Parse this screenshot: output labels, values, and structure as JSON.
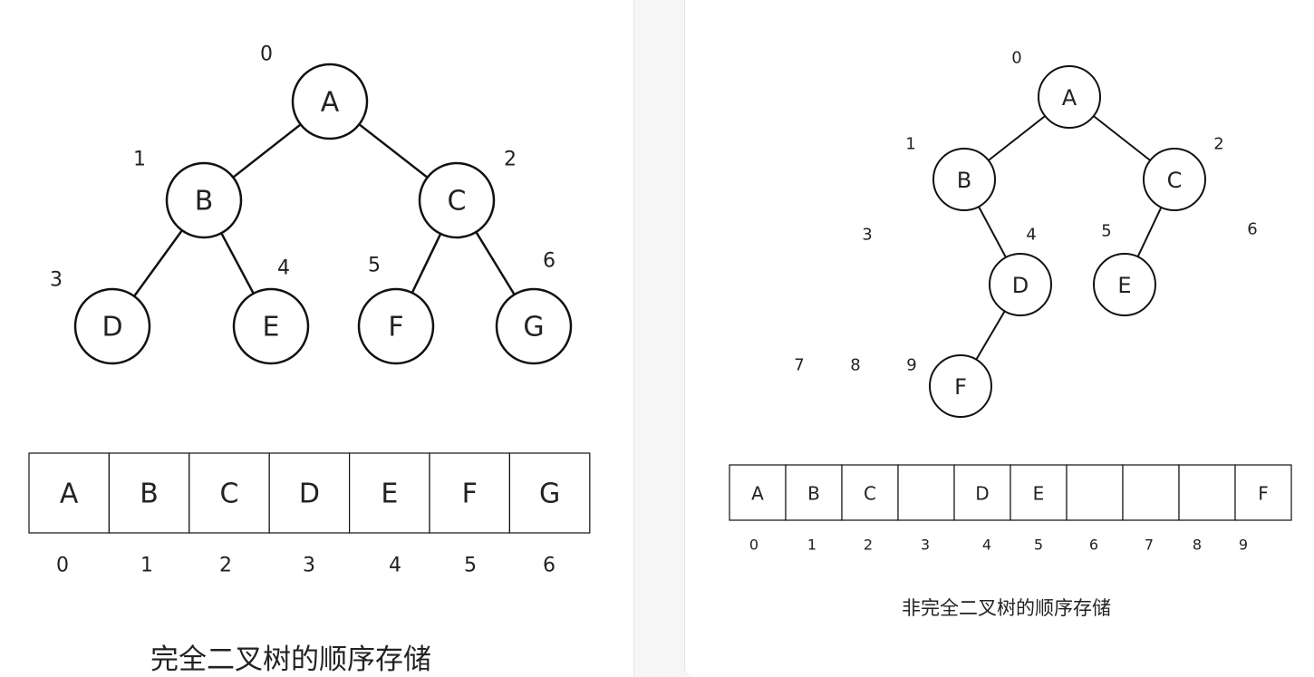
{
  "left": {
    "nodes": [
      {
        "label": "A",
        "index": "0"
      },
      {
        "label": "B",
        "index": "1"
      },
      {
        "label": "C",
        "index": "2"
      },
      {
        "label": "D",
        "index": "3"
      },
      {
        "label": "E",
        "index": "4"
      },
      {
        "label": "F",
        "index": "5"
      },
      {
        "label": "G",
        "index": "6"
      }
    ],
    "array_cells": [
      "A",
      "B",
      "C",
      "D",
      "E",
      "F",
      "G"
    ],
    "array_indices": [
      "0",
      "1",
      "2",
      "3",
      "4",
      "5",
      "6"
    ],
    "caption": "完全二叉树的顺序存储"
  },
  "right": {
    "nodes": [
      {
        "label": "A",
        "index": "0"
      },
      {
        "label": "B",
        "index": "1"
      },
      {
        "label": "C",
        "index": "2"
      },
      {
        "label": "D",
        "index": "4"
      },
      {
        "label": "E",
        "index": "5"
      },
      {
        "label": "F",
        "index": "9"
      }
    ],
    "empty_indices": [
      "3",
      "6",
      "7",
      "8"
    ],
    "array_cells": [
      "A",
      "B",
      "C",
      "",
      "D",
      "E",
      "",
      "",
      "",
      "F"
    ],
    "array_indices": [
      "0",
      "1",
      "2",
      "3",
      "4",
      "5",
      "6",
      "7",
      "8",
      "9"
    ],
    "caption": "非完全二叉树的顺序存储"
  }
}
